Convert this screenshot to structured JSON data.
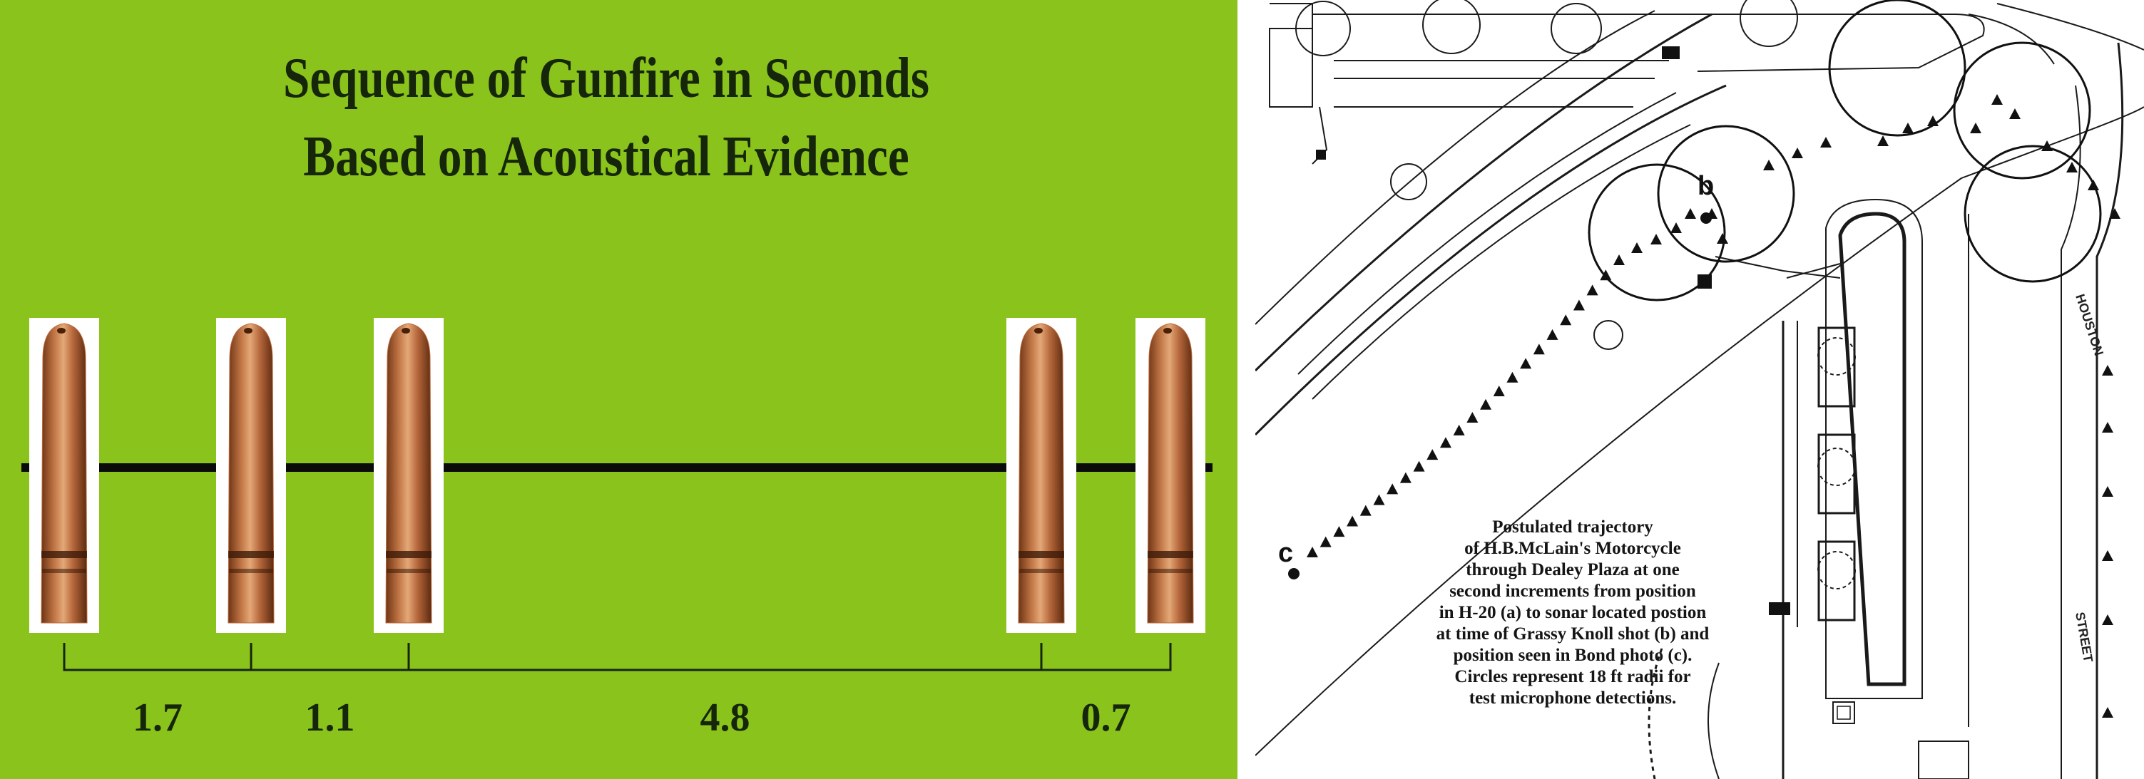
{
  "left": {
    "title_line1": "Sequence of Gunfire in Seconds",
    "title_line2": "Based on Acoustical Evidence",
    "intervals": [
      {
        "label": "1.7",
        "value": 1.7
      },
      {
        "label": "1.1",
        "value": 1.1
      },
      {
        "label": "4.8",
        "value": 4.8
      },
      {
        "label": "0.7",
        "value": 0.7
      }
    ],
    "shot_count": 5,
    "colors": {
      "background": "#8ac31c",
      "text": "#15260a",
      "bullet": "#b8683a"
    },
    "icons": [
      "bullet-icon"
    ]
  },
  "right": {
    "caption": [
      "Postulated trajectory",
      "of H.B.McLain's Motorcycle",
      "through Dealey Plaza at one",
      "second increments from position",
      "in H-20 (a) to sonar located postion",
      "at time of Grassy Knoll shot (b) and",
      "position seen in Bond photo (c).",
      "Circles represent 18 ft radii for",
      "test microphone detections."
    ],
    "point_b": "b",
    "point_c": "c",
    "street_houston": "HOUSTON",
    "street_street": "STREET",
    "icons": [
      "triangle-marker-icon",
      "circle-radius-icon"
    ]
  }
}
